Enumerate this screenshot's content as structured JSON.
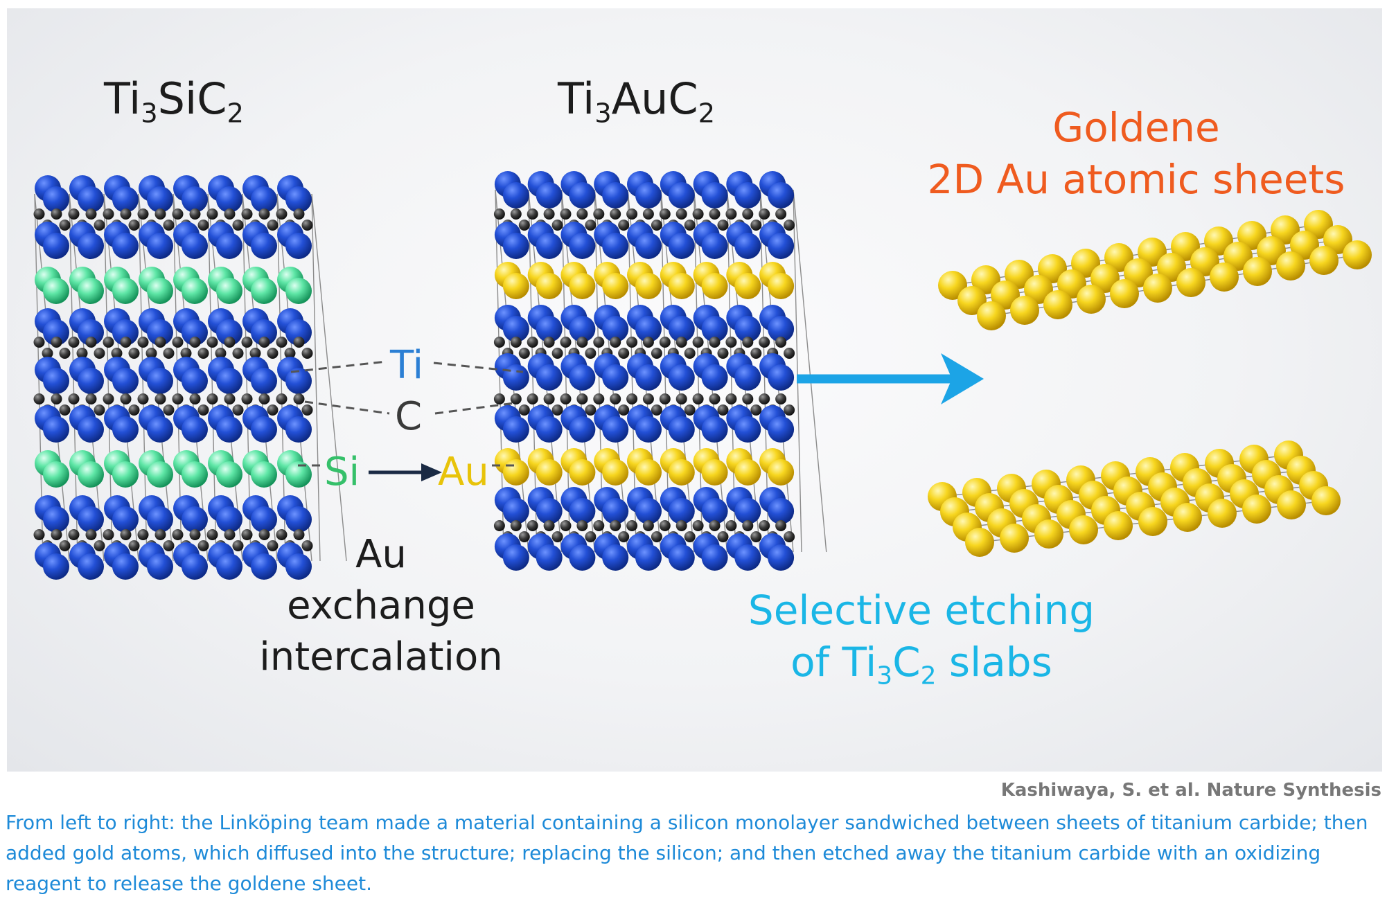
{
  "figure": {
    "labels": {
      "material1": {
        "pre": "Ti",
        "sub1": "3",
        "mid": "SiC",
        "sub2": "2"
      },
      "material2": {
        "pre": "Ti",
        "sub1": "3",
        "mid": "AuC",
        "sub2": "2"
      },
      "goldene_line1": "Goldene",
      "goldene_line2": "2D Au atomic sheets",
      "ti": "Ti",
      "c": "C",
      "si": "Si",
      "au": "Au",
      "exchange_line1": "Au",
      "exchange_line2": "exchange",
      "exchange_line3": "intercalation",
      "etching_line1": "Selective etching",
      "etching_line2_pre": "of Ti",
      "etching_line2_sub1": "3",
      "etching_line2_mid": "C",
      "etching_line2_sub2": "2",
      "etching_line2_post": " slabs"
    },
    "colors": {
      "ti_atom": "#1f4fd1",
      "c_atom": "#333333",
      "si_atom": "#3fd98f",
      "au_atom": "#f4cf12",
      "goldene_text": "#ef5b1f",
      "etching_text": "#1ab6e6",
      "arrow": "#1ca4e6"
    }
  },
  "credit": "Kashiwaya, S. et al. Nature Synthesis",
  "caption": "From left to right: the Linköping team made a material containing a silicon monolayer sandwiched between sheets of titanium carbide; then added gold atoms, which diffused into the structure; replacing the silicon; and then etched away the titanium carbide with an oxidizing reagent to release the goldene sheet."
}
